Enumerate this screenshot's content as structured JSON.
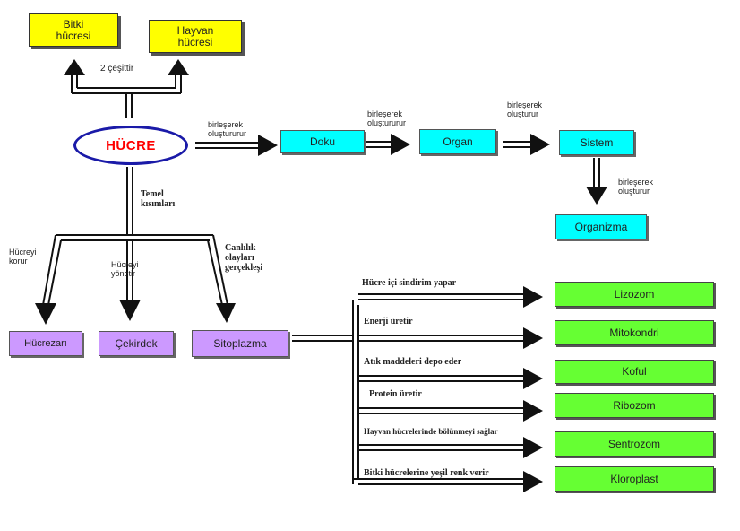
{
  "top": {
    "bitki": "Bitki hücresi",
    "hayvan": "Hayvan hücresi",
    "cesit": "2 çeşittir"
  },
  "center": {
    "hucre": "HÜCRE"
  },
  "chain": {
    "doku": "Doku",
    "organ": "Organ",
    "sistem": "Sistem",
    "organizma": "Organizma",
    "link1": "birleşerek oluştururur",
    "link2": "birleşerek oluştururur",
    "link3": "birleşerek oluşturur",
    "link4": "birleşerek oluşturur"
  },
  "parts": {
    "temel": "Temel kısımları",
    "hucrezari": "Hücrezarı",
    "cekirdek": "Çekirdek",
    "sitoplazma": "Sitoplazma",
    "koru_label": "Hücreyi korur",
    "yonetir_label": "Hücreyi yönetir",
    "canlilik_label": "Canlılık olayları gerçekleşi"
  },
  "organelles": [
    {
      "name": "Lizozom",
      "desc": "Hücre içi sindirim yapar"
    },
    {
      "name": "Mitokondri",
      "desc": "Enerji üretir"
    },
    {
      "name": "Koful",
      "desc": "Atık maddeleri depo eder"
    },
    {
      "name": "Ribozom",
      "desc": "Protein üretir"
    },
    {
      "name": "Sentrozom",
      "desc": "Hayvan hücrelerinde bölünmeyi sağlar"
    },
    {
      "name": "Kloroplast",
      "desc": "Bitki hücrelerine yeşil renk verir"
    }
  ]
}
